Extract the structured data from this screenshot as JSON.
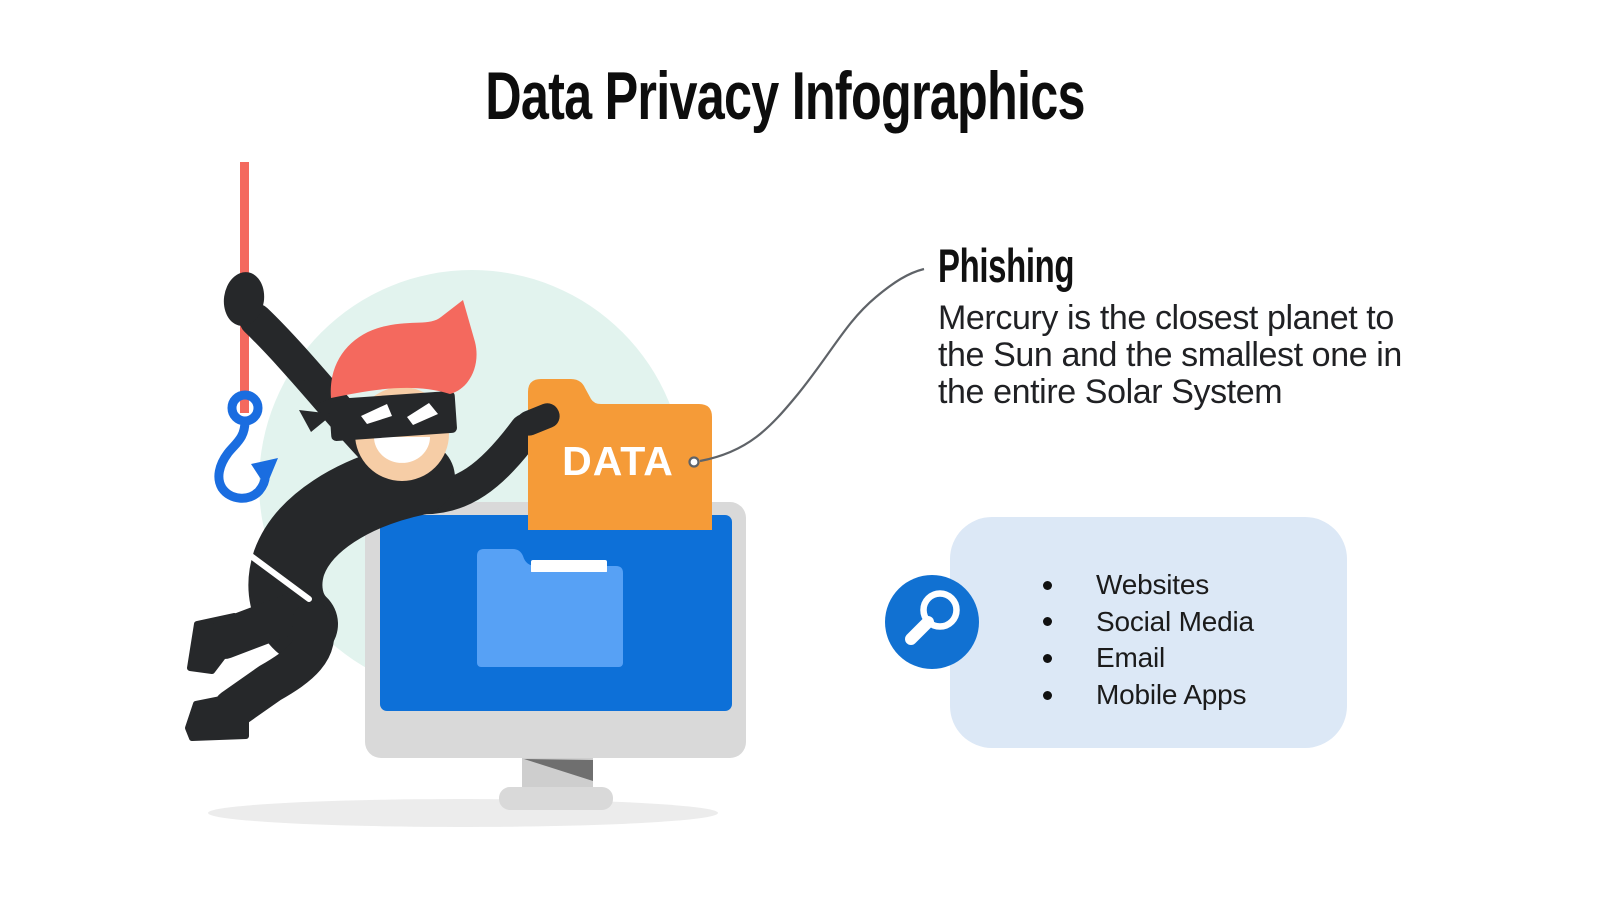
{
  "title": "Data Privacy Infographics",
  "phishing": {
    "heading": "Phishing",
    "body": "Mercury is the closest planet to\nthe Sun and the smallest one in\nthe entire Solar System"
  },
  "channels": {
    "icon": "magnifier-icon",
    "items": [
      "Websites",
      "Social Media",
      "Email",
      "Mobile Apps"
    ]
  },
  "illustration": {
    "description": "thief hanging on a fishing hook stealing a data folder from a computer",
    "folder_label": "DATA"
  },
  "colors": {
    "coral_rope_hair": "#f4695e",
    "folder_orange": "#f59b38",
    "screen_blue": "#0d70d8",
    "onscreen_folder_blue": "#57a1f5",
    "hook_blue": "#1a6de0",
    "icon_circle_blue": "#1171d2",
    "callout_box_blue": "#dce8f6",
    "mint_circle": "#e2f3ee",
    "ink_black": "#26282a"
  }
}
